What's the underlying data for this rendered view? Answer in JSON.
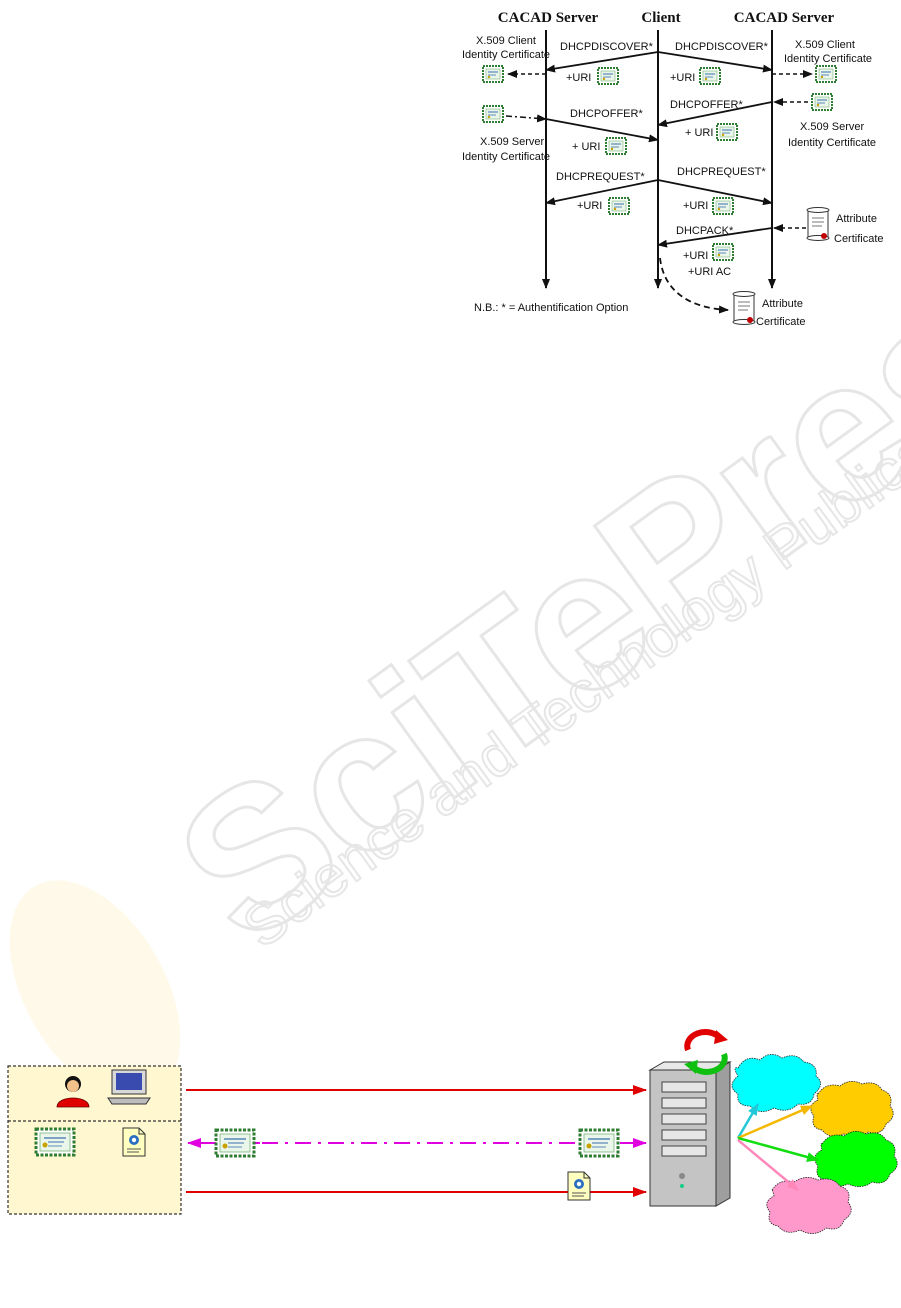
{
  "watermark": {
    "brand": "SciTePress",
    "tagline": "Science and Technology Publications"
  },
  "sequence_diagram": {
    "lifelines": {
      "left": "CACAD Server",
      "center": "Client",
      "right": "CACAD Server"
    },
    "messages": {
      "discover_left": "DHCPDISCOVER*",
      "discover_right": "DHCPDISCOVER*",
      "offer_left": "DHCPOFFER*",
      "offer_right": "DHCPOFFER*",
      "request_left": "DHCPREQUEST*",
      "request_right": "DHCPREQUEST*",
      "ack_right": "DHCPACK*"
    },
    "uri_label": "+URI",
    "uri_label_spaced": "+ URI",
    "uri_ac_label": "+URI AC",
    "certificates": {
      "client_identity_left": [
        "X.509 Client",
        "Identity Certificate"
      ],
      "client_identity_right": [
        "X.509 Client",
        "Identity Certificate"
      ],
      "server_identity_left": [
        "X.509 Server",
        "Identity Certificate"
      ],
      "server_identity_right": [
        "X.509 Server",
        "Identity Certificate"
      ],
      "attribute_right": [
        "Attribute",
        "Certificate"
      ],
      "attribute_bottom": [
        "Attribute",
        "Certificate"
      ]
    },
    "footnote": "N.B.: * = Authentification Option"
  },
  "bottom_diagram": {
    "colors": {
      "panel": "#fff7d0",
      "arrow_red": "#e00000",
      "arrow_magenta": "#e000e0",
      "cloud_cyan": "#00ffff",
      "cloud_orange": "#ffcc00",
      "cloud_green": "#00ff00",
      "cloud_pink": "#ff99cc"
    },
    "icons": [
      "user-icon",
      "computer-icon",
      "certificate-icon",
      "document-icon",
      "server-tower-icon",
      "refresh-icon"
    ]
  }
}
